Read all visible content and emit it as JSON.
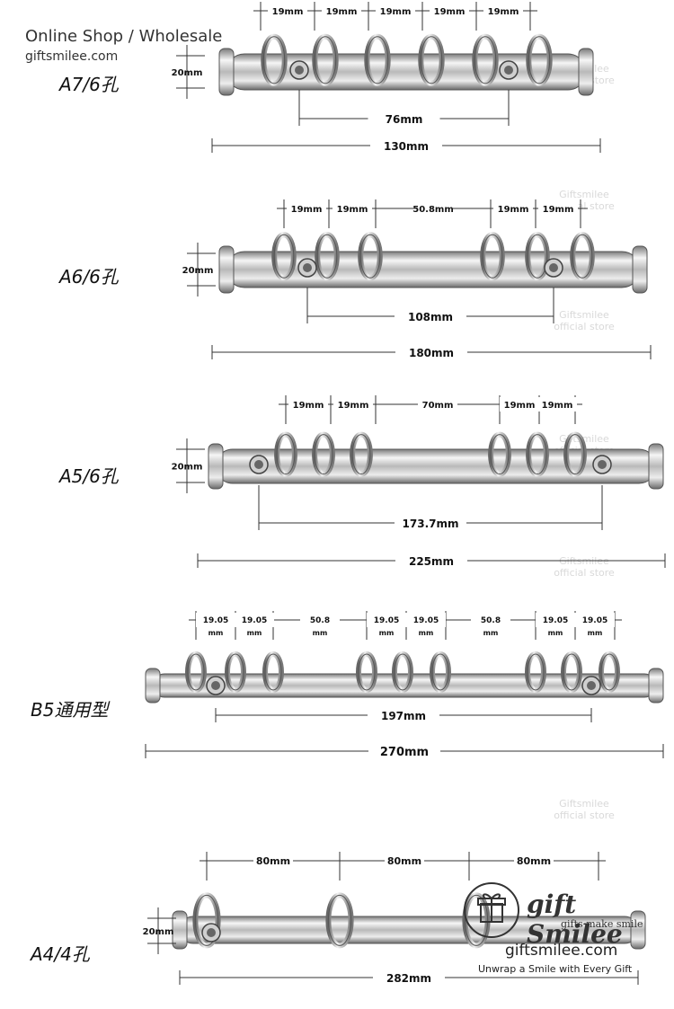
{
  "header": {
    "shop": "Online Shop / Wholesale",
    "url": "giftsmilee.com"
  },
  "rings": [
    {
      "label": "A7/6孔",
      "height": "20mm",
      "top_dims": [
        "19mm",
        "19mm",
        "19mm",
        "19mm",
        "19mm"
      ],
      "inner": "76mm",
      "total": "130mm"
    },
    {
      "label": "A6/6孔",
      "height": "20mm",
      "top_dims": [
        "19mm",
        "19mm",
        "50.8mm",
        "19mm",
        "19mm"
      ],
      "inner": "108mm",
      "total": "180mm"
    },
    {
      "label": "A5/6孔",
      "height": "20mm",
      "top_dims": [
        "19mm",
        "19mm",
        "70mm",
        "19mm",
        "19mm"
      ],
      "inner": "173.7mm",
      "total": "225mm"
    },
    {
      "label": "B5通用型",
      "top_dims": [
        "19.05 mm",
        "19.05 mm",
        "50.8 mm",
        "19.05 mm",
        "19.05 mm",
        "50.8 mm",
        "19.05 mm",
        "19.05 mm"
      ],
      "inner": "197mm",
      "total": "270mm"
    },
    {
      "label": "A4/4孔",
      "height": "20mm",
      "top_dims": [
        "80mm",
        "80mm",
        "80mm"
      ],
      "total": "282mm"
    }
  ],
  "brand": {
    "name": "gift Smilee",
    "sub": "gifts make smile",
    "url": "giftsmilee.com",
    "tagline": "Unwrap a Smile with Every Gift"
  },
  "watermark": {
    "name": "gift Smilee",
    "text1": "Giftsmilee",
    "text2": "official store"
  },
  "colors": {
    "metal_light": "#f4f4f4",
    "metal_dark": "#6e6e6e",
    "line": "#222222"
  }
}
